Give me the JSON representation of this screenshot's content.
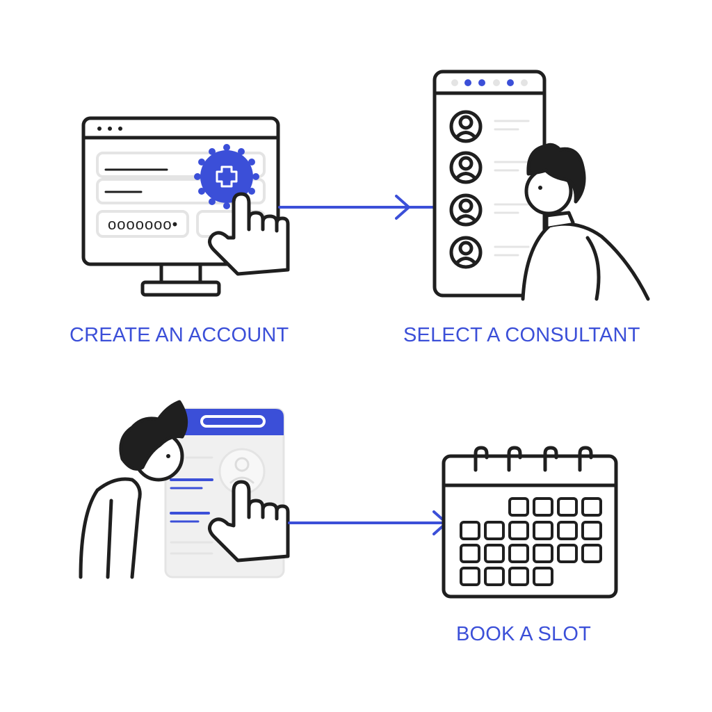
{
  "steps": [
    {
      "label": "CREATE AN ACCOUNT",
      "password_mask": "ooooooo•"
    },
    {
      "label": "SELECT A CONSULTANT"
    },
    {
      "label": "BOOK A SLOT"
    }
  ],
  "icons": [
    "monitor-icon",
    "plus-badge-icon",
    "pointer-hand-icon",
    "phone-icon",
    "consultant-avatar-icon",
    "person-icon",
    "browser-window-icon",
    "calendar-icon",
    "arrow-right-icon"
  ],
  "colors": {
    "accent": "#3b4fd8",
    "ink": "#1f1f1f",
    "muted": "#e4e4e4"
  }
}
